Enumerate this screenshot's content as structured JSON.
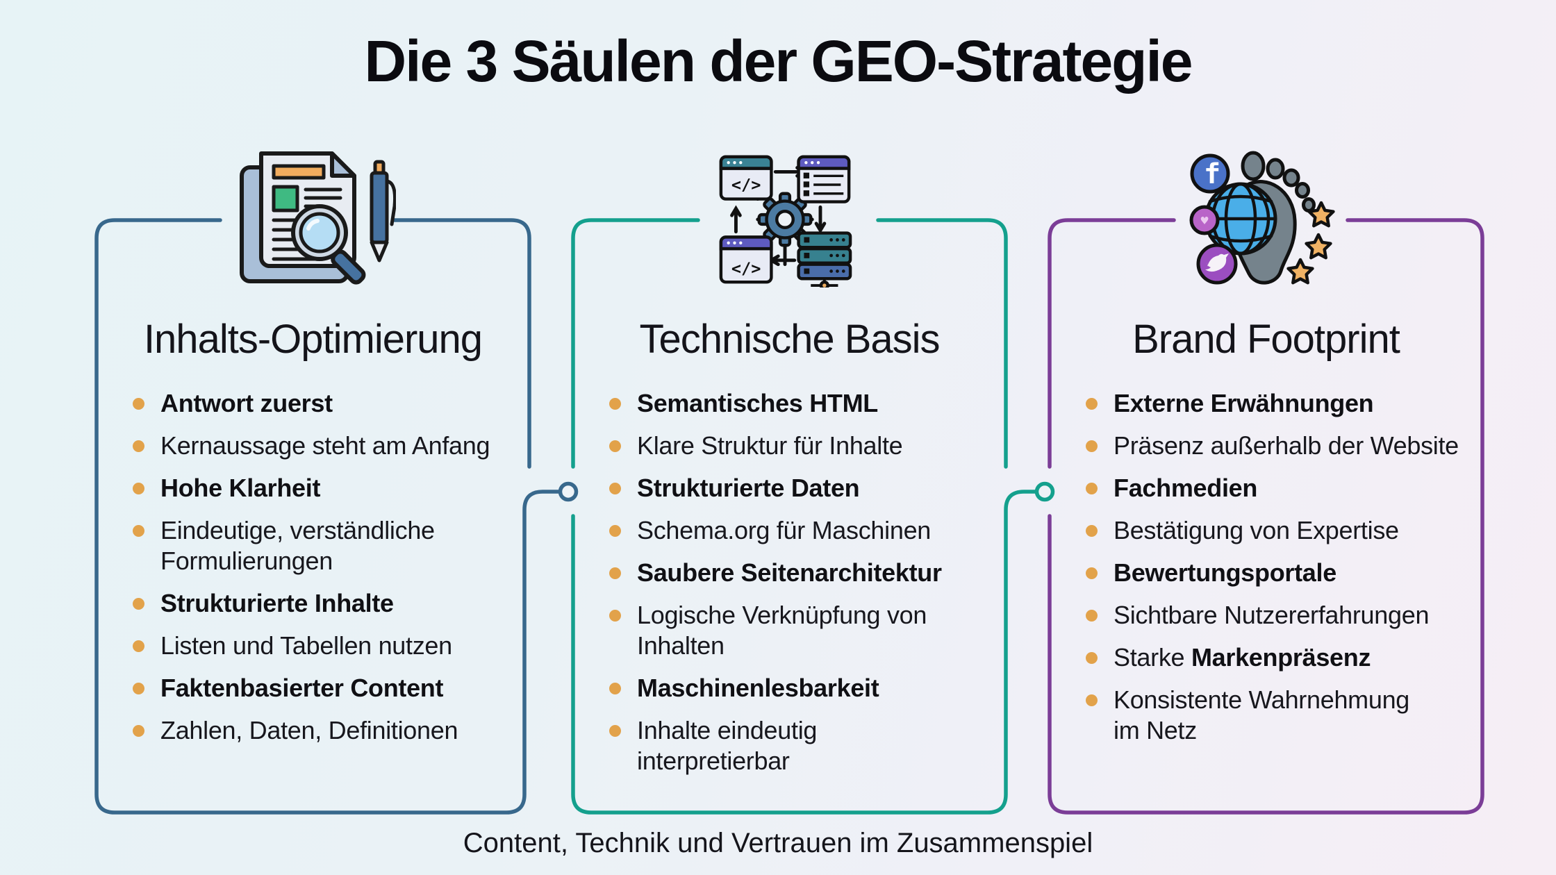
{
  "title": "Die 3 Säulen der GEO-Strategie",
  "footer": "Content, Technik und Vertrauen im Zusammenspiel",
  "colors": {
    "pillar1_accent": "#38688c",
    "pillar2_accent": "#14a08d",
    "pillar3_accent": "#7b3d97",
    "bullet_dot": "#e2a24a",
    "text": "#14141a",
    "background_left": "#e7f3f6",
    "background_right": "#f6eef5"
  },
  "icons": {
    "code_glyph": "</>",
    "facebook_glyph": "f"
  },
  "pillars": [
    {
      "heading": "Inhalts-Optimierung",
      "icon": "document-magnifier-pen-icon",
      "accent": "#38688c",
      "items": [
        {
          "segments": [
            {
              "text": "Antwort zuerst",
              "bold": true
            }
          ]
        },
        {
          "segments": [
            {
              "text": "Kernaussage steht am Anfang",
              "bold": false
            }
          ]
        },
        {
          "segments": [
            {
              "text": "Hohe Klarheit",
              "bold": true
            }
          ]
        },
        {
          "segments": [
            {
              "text": "Eindeutige, verständliche\nFormulierungen",
              "bold": false
            }
          ]
        },
        {
          "segments": [
            {
              "text": "Strukturierte Inhalte",
              "bold": true
            }
          ]
        },
        {
          "segments": [
            {
              "text": "Listen und Tabellen nutzen",
              "bold": false
            }
          ]
        },
        {
          "segments": [
            {
              "text": "Faktenbasierter Content",
              "bold": true
            }
          ]
        },
        {
          "segments": [
            {
              "text": "Zahlen, Daten, Definitionen",
              "bold": false
            }
          ]
        }
      ]
    },
    {
      "heading": "Technische Basis",
      "icon": "gear-windows-server-icon",
      "accent": "#14a08d",
      "items": [
        {
          "segments": [
            {
              "text": "Semantisches HTML",
              "bold": true
            }
          ]
        },
        {
          "segments": [
            {
              "text": "Klare Struktur für Inhalte",
              "bold": false
            }
          ]
        },
        {
          "segments": [
            {
              "text": "Strukturierte Daten",
              "bold": true
            }
          ]
        },
        {
          "segments": [
            {
              "text": "Schema.org für Maschinen",
              "bold": false
            }
          ]
        },
        {
          "segments": [
            {
              "text": "Saubere Seitenarchitektur",
              "bold": true
            }
          ]
        },
        {
          "segments": [
            {
              "text": "Logische Verknüpfung von\nInhalten",
              "bold": false
            }
          ]
        },
        {
          "segments": [
            {
              "text": "Maschinenlesbarkeit",
              "bold": true
            }
          ]
        },
        {
          "segments": [
            {
              "text": "Inhalte eindeutig\ninterpretierbar",
              "bold": false
            }
          ]
        }
      ]
    },
    {
      "heading": "Brand Footprint",
      "icon": "footprint-social-globe-icon",
      "accent": "#7b3d97",
      "items": [
        {
          "segments": [
            {
              "text": "Externe Erwähnungen",
              "bold": true
            }
          ]
        },
        {
          "segments": [
            {
              "text": "Präsenz außerhalb der Website",
              "bold": false
            }
          ]
        },
        {
          "segments": [
            {
              "text": "Fachmedien",
              "bold": true
            }
          ]
        },
        {
          "segments": [
            {
              "text": "Bestätigung von Expertise",
              "bold": false
            }
          ]
        },
        {
          "segments": [
            {
              "text": "Bewertungsportale",
              "bold": true
            }
          ]
        },
        {
          "segments": [
            {
              "text": "Sichtbare Nutzererfahrungen",
              "bold": false
            }
          ]
        },
        {
          "segments": [
            {
              "text": "Starke ",
              "bold": false
            },
            {
              "text": "Markenpräsenz",
              "bold": true
            }
          ]
        },
        {
          "segments": [
            {
              "text": "Konsistente Wahrnehmung\nim Netz",
              "bold": false
            }
          ]
        }
      ]
    }
  ]
}
